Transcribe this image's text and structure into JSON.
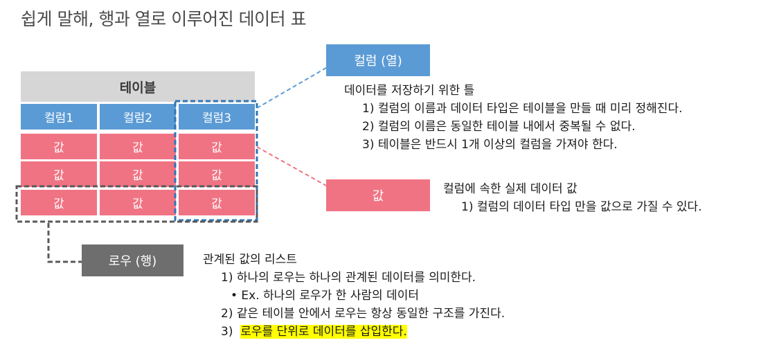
{
  "title": "쉽게 말해, 행과 열로 이루어진 데이터 표",
  "table": {
    "title": "테이블",
    "columns": [
      "컬럼1",
      "컬럼2",
      "컬럼3"
    ],
    "rows": [
      [
        "값",
        "값",
        "값"
      ],
      [
        "값",
        "값",
        "값"
      ],
      [
        "값",
        "값",
        "값"
      ]
    ]
  },
  "column_callout": {
    "label": "컬럼 (열)",
    "heading": "데이터를 저장하기 위한 틀",
    "items": [
      "1)  컬럼의 이름과 데이터 타입은 테이블을 만들 때 미리 정해진다.",
      "2)  컬럼의 이름은 동일한 테이블 내에서 중복될 수 없다.",
      "3)  테이블은 반드시 1개 이상의 컬럼을 가져야 한다."
    ]
  },
  "value_callout": {
    "label": "값",
    "heading": "컬럼에 속한 실제 데이터 값",
    "items": [
      "1)  컬럼의 데이터 타입 만을 값으로 가질 수 있다."
    ]
  },
  "row_callout": {
    "label": "로우 (행)",
    "heading": "관계된 값의 리스트",
    "item1": "1)  하나의 로우는 하나의 관계된 데이터를 의미한다.",
    "sub1": "•    Ex. 하나의 로우가 한 사람의 데이터",
    "item2": "2)  같은 테이블 안에서 로우는 항상 동일한 구조를 가진다.",
    "item3_prefix": "3)  ",
    "item3_highlight": "로우를 단위로 데이터를 삽입한다."
  },
  "colors": {
    "column": "#5b9bd5",
    "value": "#f07384",
    "row": "#6e6e6e",
    "table_header": "#d6d6d6",
    "highlight": "#ffff00"
  }
}
